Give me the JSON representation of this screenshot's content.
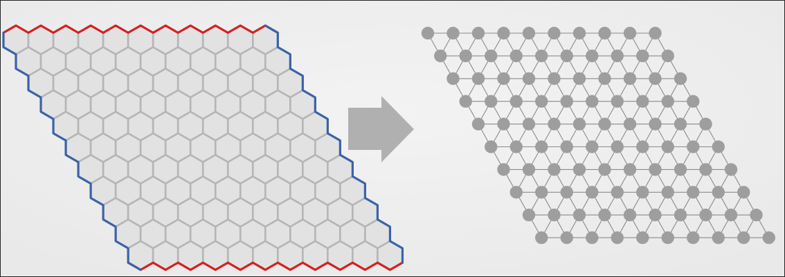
{
  "diagram": {
    "board": {
      "rows": 11,
      "cols": 11,
      "fill": "#e2e2e2",
      "cell_stroke": "#b5b5b5",
      "top_bottom_border_color": "#d42020",
      "left_right_border_color": "#3a62a8"
    },
    "arrow": {
      "direction": "right",
      "color": "#b0b0b0"
    },
    "graph": {
      "rows": 10,
      "cols": 10,
      "node_color": "#9e9e9e",
      "edge_color": "#8a8a8a"
    }
  }
}
